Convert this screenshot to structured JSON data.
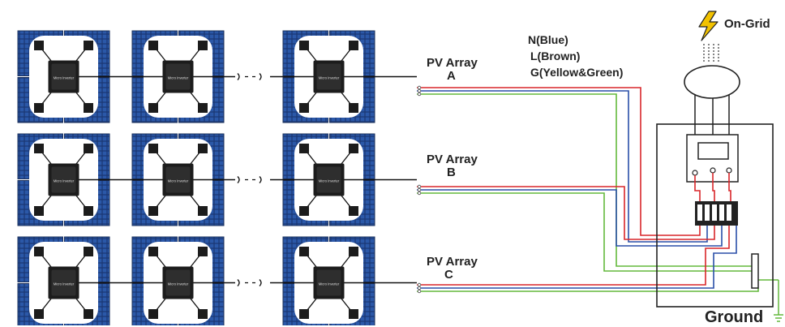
{
  "grid": {
    "label": "On-Grid",
    "icon": "lightning-bolt-icon"
  },
  "ground": {
    "label": "Ground",
    "icon": "ground-symbol-icon"
  },
  "wires": {
    "neutral": {
      "label": "N(Blue)",
      "color": "#2a4fa8"
    },
    "line": {
      "label": "L(Brown)",
      "color": "#d9262a"
    },
    "earth": {
      "label": "G(Yellow&Green)",
      "color": "#63b93c"
    }
  },
  "arrays": [
    {
      "title": "PV Array",
      "letter": "A"
    },
    {
      "title": "PV Array",
      "letter": "B"
    },
    {
      "title": "PV Array",
      "letter": "C"
    }
  ],
  "inverter": {
    "brand_text": "Micro Inverter"
  },
  "colors": {
    "panel_cell": "#1b3f7a",
    "panel_frame": "#1a2f5a",
    "inverter_body": "#1c1c1c",
    "bolt": "#f2c200",
    "cable": "#111111"
  }
}
